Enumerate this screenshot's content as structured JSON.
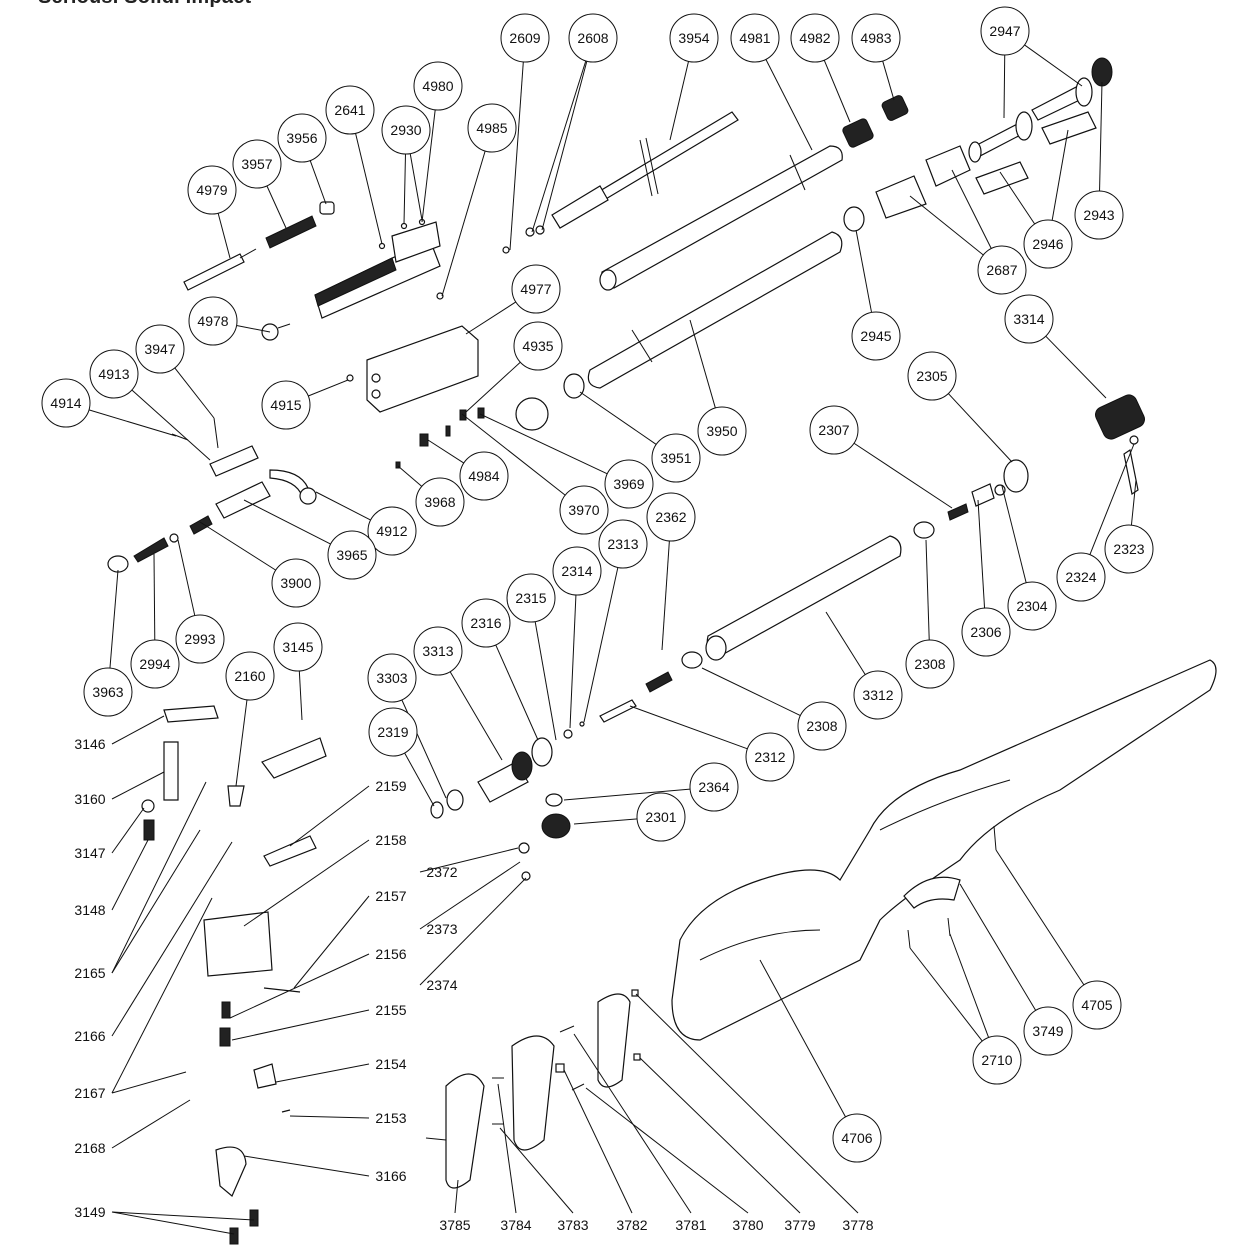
{
  "header": {
    "slogan": "Serious. Solid. Impact"
  },
  "callouts": [
    {
      "id": "c2609",
      "label": "2609"
    },
    {
      "id": "c2608",
      "label": "2608"
    },
    {
      "id": "c3954",
      "label": "3954"
    },
    {
      "id": "c4981",
      "label": "4981"
    },
    {
      "id": "c4982",
      "label": "4982"
    },
    {
      "id": "c4983",
      "label": "4983"
    },
    {
      "id": "c2947",
      "label": "2947"
    },
    {
      "id": "c4980",
      "label": "4980"
    },
    {
      "id": "c2641",
      "label": "2641"
    },
    {
      "id": "c2930",
      "label": "2930"
    },
    {
      "id": "c4985",
      "label": "4985"
    },
    {
      "id": "c3956",
      "label": "3956"
    },
    {
      "id": "c3957",
      "label": "3957"
    },
    {
      "id": "c4979",
      "label": "4979"
    },
    {
      "id": "c2943",
      "label": "2943"
    },
    {
      "id": "c2946",
      "label": "2946"
    },
    {
      "id": "c2687",
      "label": "2687"
    },
    {
      "id": "c4977",
      "label": "4977"
    },
    {
      "id": "c4978",
      "label": "4978"
    },
    {
      "id": "c3947",
      "label": "3947"
    },
    {
      "id": "c4913",
      "label": "4913"
    },
    {
      "id": "c4914",
      "label": "4914"
    },
    {
      "id": "c4935",
      "label": "4935"
    },
    {
      "id": "c2945",
      "label": "2945"
    },
    {
      "id": "c3314",
      "label": "3314"
    },
    {
      "id": "c4915",
      "label": "4915"
    },
    {
      "id": "c2305",
      "label": "2305"
    },
    {
      "id": "c3950",
      "label": "3950"
    },
    {
      "id": "c2307",
      "label": "2307"
    },
    {
      "id": "c3951",
      "label": "3951"
    },
    {
      "id": "c4984",
      "label": "4984"
    },
    {
      "id": "c3969",
      "label": "3969"
    },
    {
      "id": "c3968",
      "label": "3968"
    },
    {
      "id": "c3970",
      "label": "3970"
    },
    {
      "id": "c2362",
      "label": "2362"
    },
    {
      "id": "c4912",
      "label": "4912"
    },
    {
      "id": "c3965",
      "label": "3965"
    },
    {
      "id": "c2313",
      "label": "2313"
    },
    {
      "id": "c2323",
      "label": "2323"
    },
    {
      "id": "c2324",
      "label": "2324"
    },
    {
      "id": "c2314",
      "label": "2314"
    },
    {
      "id": "c3900",
      "label": "3900"
    },
    {
      "id": "c2315",
      "label": "2315"
    },
    {
      "id": "c2304",
      "label": "2304"
    },
    {
      "id": "c2306",
      "label": "2306"
    },
    {
      "id": "c2316",
      "label": "2316"
    },
    {
      "id": "c2993",
      "label": "2993"
    },
    {
      "id": "c3145",
      "label": "3145"
    },
    {
      "id": "c3313",
      "label": "3313"
    },
    {
      "id": "c2994",
      "label": "2994"
    },
    {
      "id": "c2308a",
      "label": "2308"
    },
    {
      "id": "c2160",
      "label": "2160"
    },
    {
      "id": "c3303",
      "label": "3303"
    },
    {
      "id": "c3963",
      "label": "3963"
    },
    {
      "id": "c3312",
      "label": "3312"
    },
    {
      "id": "c2308b",
      "label": "2308"
    },
    {
      "id": "c2319",
      "label": "2319"
    },
    {
      "id": "c2312",
      "label": "2312"
    },
    {
      "id": "c2364",
      "label": "2364"
    },
    {
      "id": "c2301",
      "label": "2301"
    },
    {
      "id": "c4705",
      "label": "4705"
    },
    {
      "id": "c3749",
      "label": "3749"
    },
    {
      "id": "c2710",
      "label": "2710"
    },
    {
      "id": "c4706",
      "label": "4706"
    }
  ],
  "plain_labels": [
    {
      "id": "p3146",
      "label": "3146"
    },
    {
      "id": "p3160",
      "label": "3160"
    },
    {
      "id": "p3147",
      "label": "3147"
    },
    {
      "id": "p3148",
      "label": "3148"
    },
    {
      "id": "p2165",
      "label": "2165"
    },
    {
      "id": "p2166",
      "label": "2166"
    },
    {
      "id": "p2167",
      "label": "2167"
    },
    {
      "id": "p2168",
      "label": "2168"
    },
    {
      "id": "p3149",
      "label": "3149"
    },
    {
      "id": "p2159",
      "label": "2159"
    },
    {
      "id": "p2158",
      "label": "2158"
    },
    {
      "id": "p2157",
      "label": "2157"
    },
    {
      "id": "p2156",
      "label": "2156"
    },
    {
      "id": "p2155",
      "label": "2155"
    },
    {
      "id": "p2154",
      "label": "2154"
    },
    {
      "id": "p2153",
      "label": "2153"
    },
    {
      "id": "p3166",
      "label": "3166"
    },
    {
      "id": "p2372",
      "label": "2372"
    },
    {
      "id": "p2373",
      "label": "2373"
    },
    {
      "id": "p2374",
      "label": "2374"
    },
    {
      "id": "p3785",
      "label": "3785"
    },
    {
      "id": "p3784",
      "label": "3784"
    },
    {
      "id": "p3783",
      "label": "3783"
    },
    {
      "id": "p3782",
      "label": "3782"
    },
    {
      "id": "p3781",
      "label": "3781"
    },
    {
      "id": "p3780",
      "label": "3780"
    },
    {
      "id": "p3779",
      "label": "3779"
    },
    {
      "id": "p3778",
      "label": "3778"
    }
  ]
}
